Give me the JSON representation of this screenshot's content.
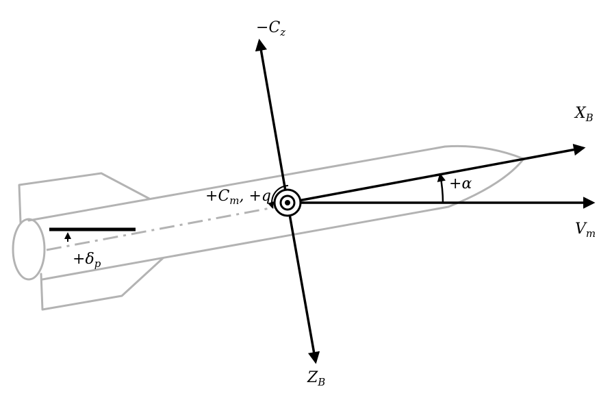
{
  "labels": {
    "neg_cz": {
      "prefix": "−",
      "main": "C",
      "sub": "z"
    },
    "xb": {
      "prefix": "",
      "main": "X",
      "sub": "B"
    },
    "vm": {
      "prefix": "",
      "main": "V",
      "sub": "m"
    },
    "zb": {
      "prefix": "",
      "main": "Z",
      "sub": "B"
    },
    "alpha": {
      "prefix": "+",
      "main": "α",
      "sub": ""
    },
    "cm_q": {
      "prefix": "+",
      "main": "C",
      "sub": "m",
      "suffix": ", +q"
    },
    "delta_p": {
      "prefix": "+",
      "main": "δ",
      "sub": "p"
    }
  },
  "colors": {
    "axis": "#000000",
    "missile_outline": "#b3b3b3"
  }
}
